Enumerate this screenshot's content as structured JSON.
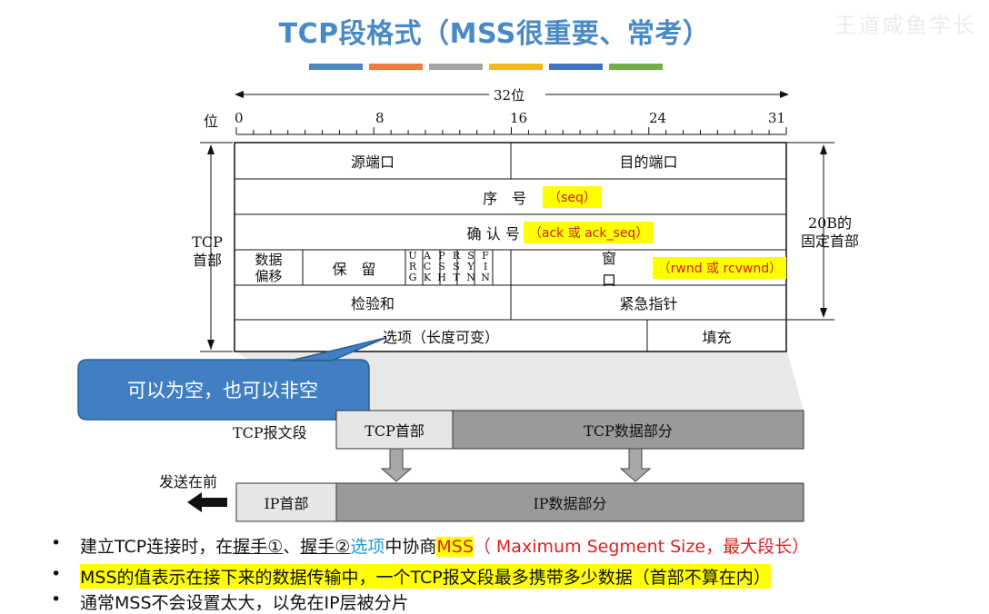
{
  "title": "TCP段格式（MSS很重要、常考）",
  "watermark": "王道咸鱼学长",
  "color_bars": [
    "#4e86c0",
    "#ec7d3a",
    "#a5a5a5",
    "#f2b721",
    "#4472c4",
    "#70ad47"
  ],
  "header_diagram": {
    "width_label": "32位",
    "bit_label": "位",
    "bit_ticks": [
      "0",
      "8",
      "16",
      "24",
      "31"
    ],
    "left_label_line1": "TCP",
    "left_label_line2": "首部",
    "right_label_line1": "20B的",
    "right_label_line2": "固定首部",
    "fields": {
      "src_port": "源端口",
      "dst_port": "目的端口",
      "seq": "序　号",
      "seq_note": "（seq）",
      "ack": "确 认 号",
      "ack_note": "（ack 或 ack_seq）",
      "offset_line1": "数据",
      "offset_line2": "偏移",
      "reserved": "保　留",
      "flags": [
        "URG",
        "ACK",
        "PSH",
        "RST",
        "SYN",
        "FIN"
      ],
      "window": "窗　口",
      "window_note": "（rwnd 或 rcvwnd）",
      "checksum": "检验和",
      "urgent": "紧急指针",
      "options": "选项（长度可变）",
      "padding": "填充"
    }
  },
  "callout": "可以为空，也可以非空",
  "segment_diagram": {
    "segment_label": "TCP报文段",
    "tcp_header": "TCP首部",
    "tcp_data": "TCP数据部分",
    "send_first": "发送在前",
    "ip_header": "IP首部",
    "ip_data": "IP数据部分"
  },
  "bullets": {
    "b1": {
      "p1": "建立TCP连接时，在",
      "p2": "握手①",
      "p3": "、",
      "p4": "握手②",
      "p5": "选项",
      "p6": "中协商",
      "p7": "MSS",
      "p8": "（ Maximum Segment Size，最大段长）"
    },
    "b2": "MSS的值表示在接下来的数据传输中，一个TCP报文段最多携带多少数据（首部不算在内）",
    "b3": "通常MSS不会设置太大，以免在IP层被分片",
    "dot": "•"
  }
}
